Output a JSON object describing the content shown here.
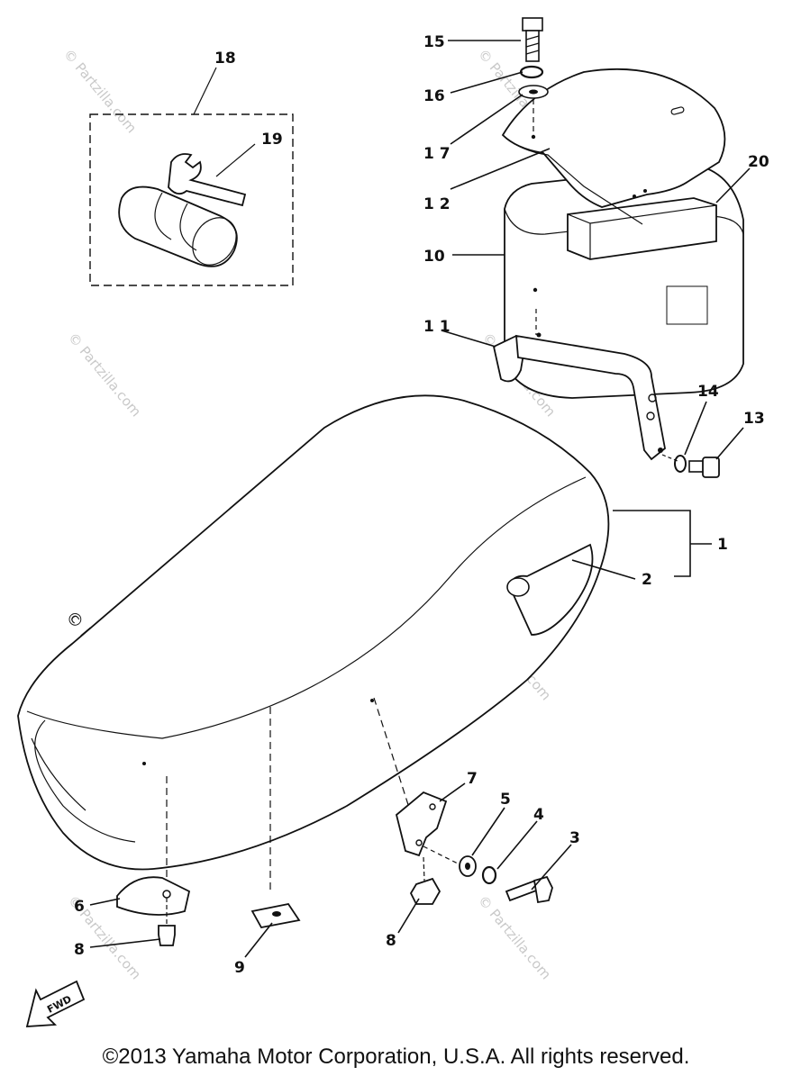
{
  "diagram": {
    "callouts": {
      "c1": "1",
      "c2": "2",
      "c3": "3",
      "c4": "4",
      "c5": "5",
      "c6": "6",
      "c7": "7",
      "c8a": "8",
      "c8b": "8",
      "c9": "9",
      "c10": "10",
      "c11": "1 1",
      "c12": "1 2",
      "c13": "13",
      "c14": "14",
      "c15": "15",
      "c16": "16",
      "c17": "1 7",
      "c18": "18",
      "c19": "19",
      "c20": "20"
    },
    "fwd_label": "FWD",
    "watermark": "© Partzilla.com",
    "copyright": "©2013 Yamaha Motor Corporation, U.S.A. All rights reserved."
  }
}
